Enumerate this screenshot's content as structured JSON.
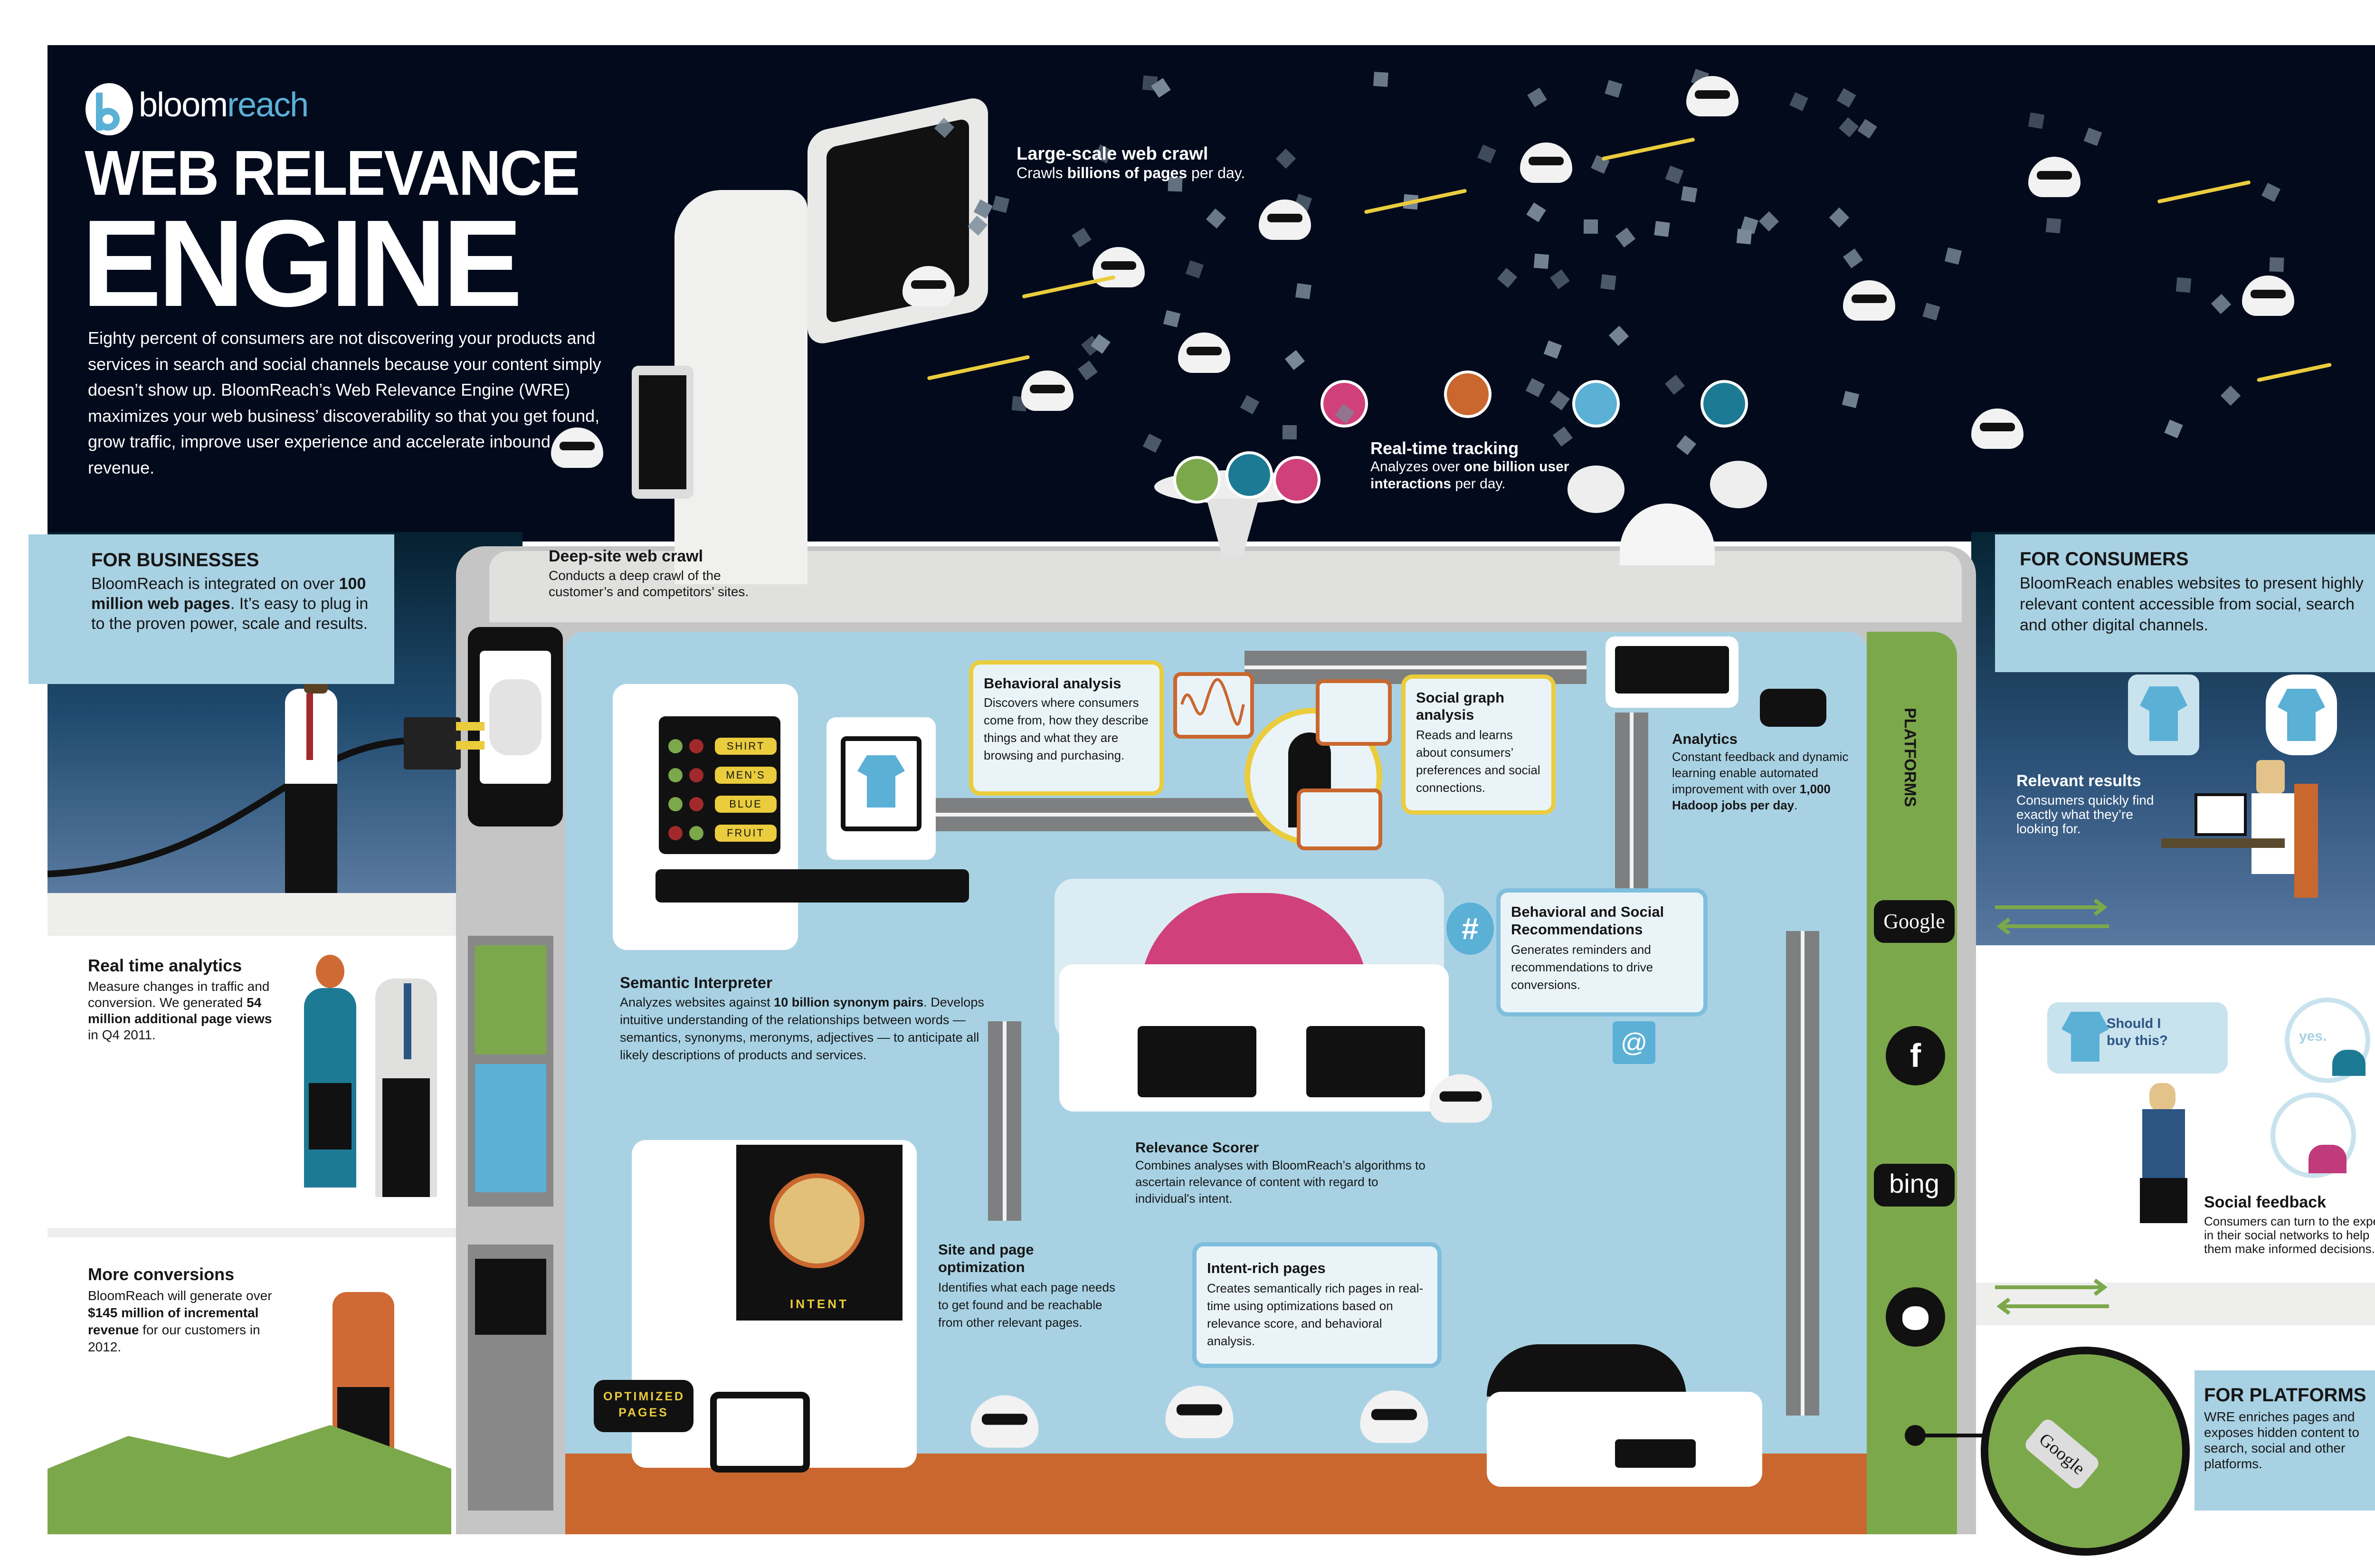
{
  "brand": {
    "logo_part1": "bloom",
    "logo_part2": "reach",
    "accent": "#5bb0d6"
  },
  "header": {
    "title_line1": "WEB RELEVANCE",
    "title_line2": "ENGINE",
    "intro": "Eighty percent of consumers are not discovering your products and services in search and social channels because your content simply doesn’t show up. BloomReach’s Web Relevance Engine (WRE) maximizes your web business’ discoverability so that you get found, grow traffic, improve user experience and accelerate inbound revenue."
  },
  "large_crawl": {
    "title": "Large-scale web crawl",
    "pre": "Crawls ",
    "bold": "billions of pages",
    "post": " per day."
  },
  "realtime_tracking": {
    "title": "Real-time tracking",
    "pre": "Analyzes over ",
    "bold": "one billion user interactions",
    "post": " per day."
  },
  "for_businesses": {
    "title": "FOR BUSINESSES",
    "pre": "BloomReach is integrated on over ",
    "bold": "100 million web pages",
    "post": ". It’s easy to plug in to the proven power, scale and results."
  },
  "realtime_analytics": {
    "title": "Real time analytics",
    "pre": "Measure changes in traffic and conversion. We generated ",
    "bold": "54 million additional page views",
    "post": " in Q4 2011."
  },
  "more_conversions": {
    "title": "More conversions",
    "pre": "BloomReach will generate over ",
    "bold": "$145 million of incremental revenue",
    "post": " for our customers in 2012."
  },
  "deep_crawl": {
    "title": "Deep-site web crawl",
    "body": "Conducts a deep crawl of the customer’s and competitors’ sites."
  },
  "behavioral": {
    "title": "Behavioral analysis",
    "body": "Discovers where consumers come from, how they describe things and what they are browsing and purchasing."
  },
  "social_graph": {
    "title": "Social graph analysis",
    "body": "Reads and learns about consumers’ preferences and social connections."
  },
  "analytics": {
    "title": "Analytics",
    "pre": "Constant feedback and dynamic learning enable automated improvement with over ",
    "bold": "1,000 Hadoop jobs per day",
    "post": "."
  },
  "recommendations": {
    "title": "Behavioral and Social Recommendations",
    "body": "Generates reminders and recommendations to drive conversions.",
    "hash_icon": "#",
    "at_icon": "@"
  },
  "semantic": {
    "title": "Semantic Interpreter",
    "pre": "Analyzes websites against ",
    "bold": "10 billion synonym pairs",
    "post": ". Develops intuitive understanding of the relationships between words — semantics, synonyms, meronyms, adjectives — to anticipate all likely descriptions of products and services.",
    "tags": [
      {
        "label": "SHIRT",
        "ok": true
      },
      {
        "label": "MEN’S",
        "ok": true
      },
      {
        "label": "BLUE",
        "ok": true
      },
      {
        "label": "FRUIT",
        "ok": false
      }
    ]
  },
  "relevance_scorer": {
    "title": "Relevance Scorer",
    "body": "Combines analyses with BloomReach’s algorithms to ascertain relevance of content with regard to individual's intent."
  },
  "site_opt": {
    "title": "Site and page optimization",
    "body": "Identifies what each page needs to get found and be reachable from other relevant pages.",
    "intent_label": "INTENT",
    "optimized_label": "OPTIMIZED PAGES"
  },
  "intent_pages": {
    "title": "Intent-rich pages",
    "body": "Creates semantically rich pages in real-time using optimizations based on relevance score, and behavioral analysis."
  },
  "platforms": {
    "title": "PLATFORMS",
    "items": [
      {
        "name": "Google",
        "icon": "google-logo"
      },
      {
        "name": "f",
        "icon": "facebook-logo"
      },
      {
        "name": "bing",
        "icon": "bing-logo"
      },
      {
        "name": "",
        "icon": "apple-logo"
      }
    ]
  },
  "for_consumers": {
    "title": "FOR CONSUMERS",
    "body": "BloomReach enables websites to present highly relevant content accessible from social, search and other digital channels."
  },
  "relevant_results": {
    "title": "Relevant results",
    "body": "Consumers quickly find exactly what they’re looking for."
  },
  "social_feedback": {
    "question": "Should I buy this?",
    "reply": "yes.",
    "title": "Social feedback",
    "body": "Consumers can turn to the experts in their social networks to help them make informed decisions."
  },
  "for_platforms": {
    "title": "FOR PLATFORMS",
    "body": "WRE enriches pages and exposes hidden content to search, social and other platforms.",
    "badge": "Google"
  },
  "colors": {
    "navy": "#020a1c",
    "light_blue": "#a8d1e3",
    "yellow": "#eacc3d",
    "green": "#7ca84c",
    "orange": "#c9672f",
    "pink": "#d0407a"
  }
}
